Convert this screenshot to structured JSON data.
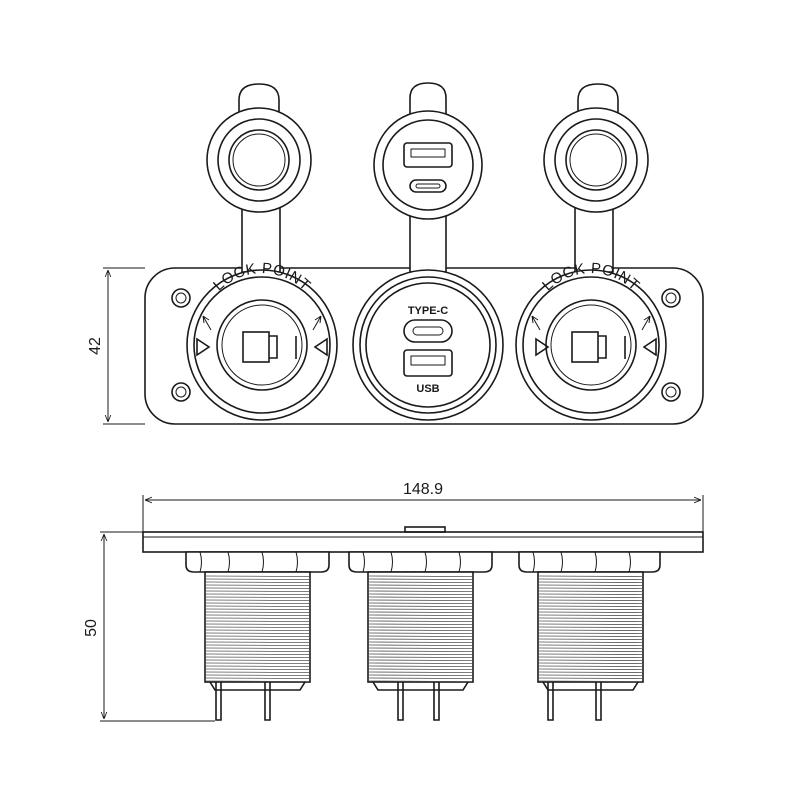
{
  "front_view": {
    "height_dimension": "42",
    "left_socket": {
      "lock_text": "LOCK POINT"
    },
    "right_socket": {
      "lock_text": "LOCK POINT"
    },
    "usb_module": {
      "type_c_label": "TYPE-C",
      "usb_label": "USB"
    }
  },
  "side_view": {
    "width_dimension": "148.9",
    "height_dimension": "50"
  },
  "colors": {
    "line": "#1a1a1a",
    "background": "#ffffff"
  }
}
